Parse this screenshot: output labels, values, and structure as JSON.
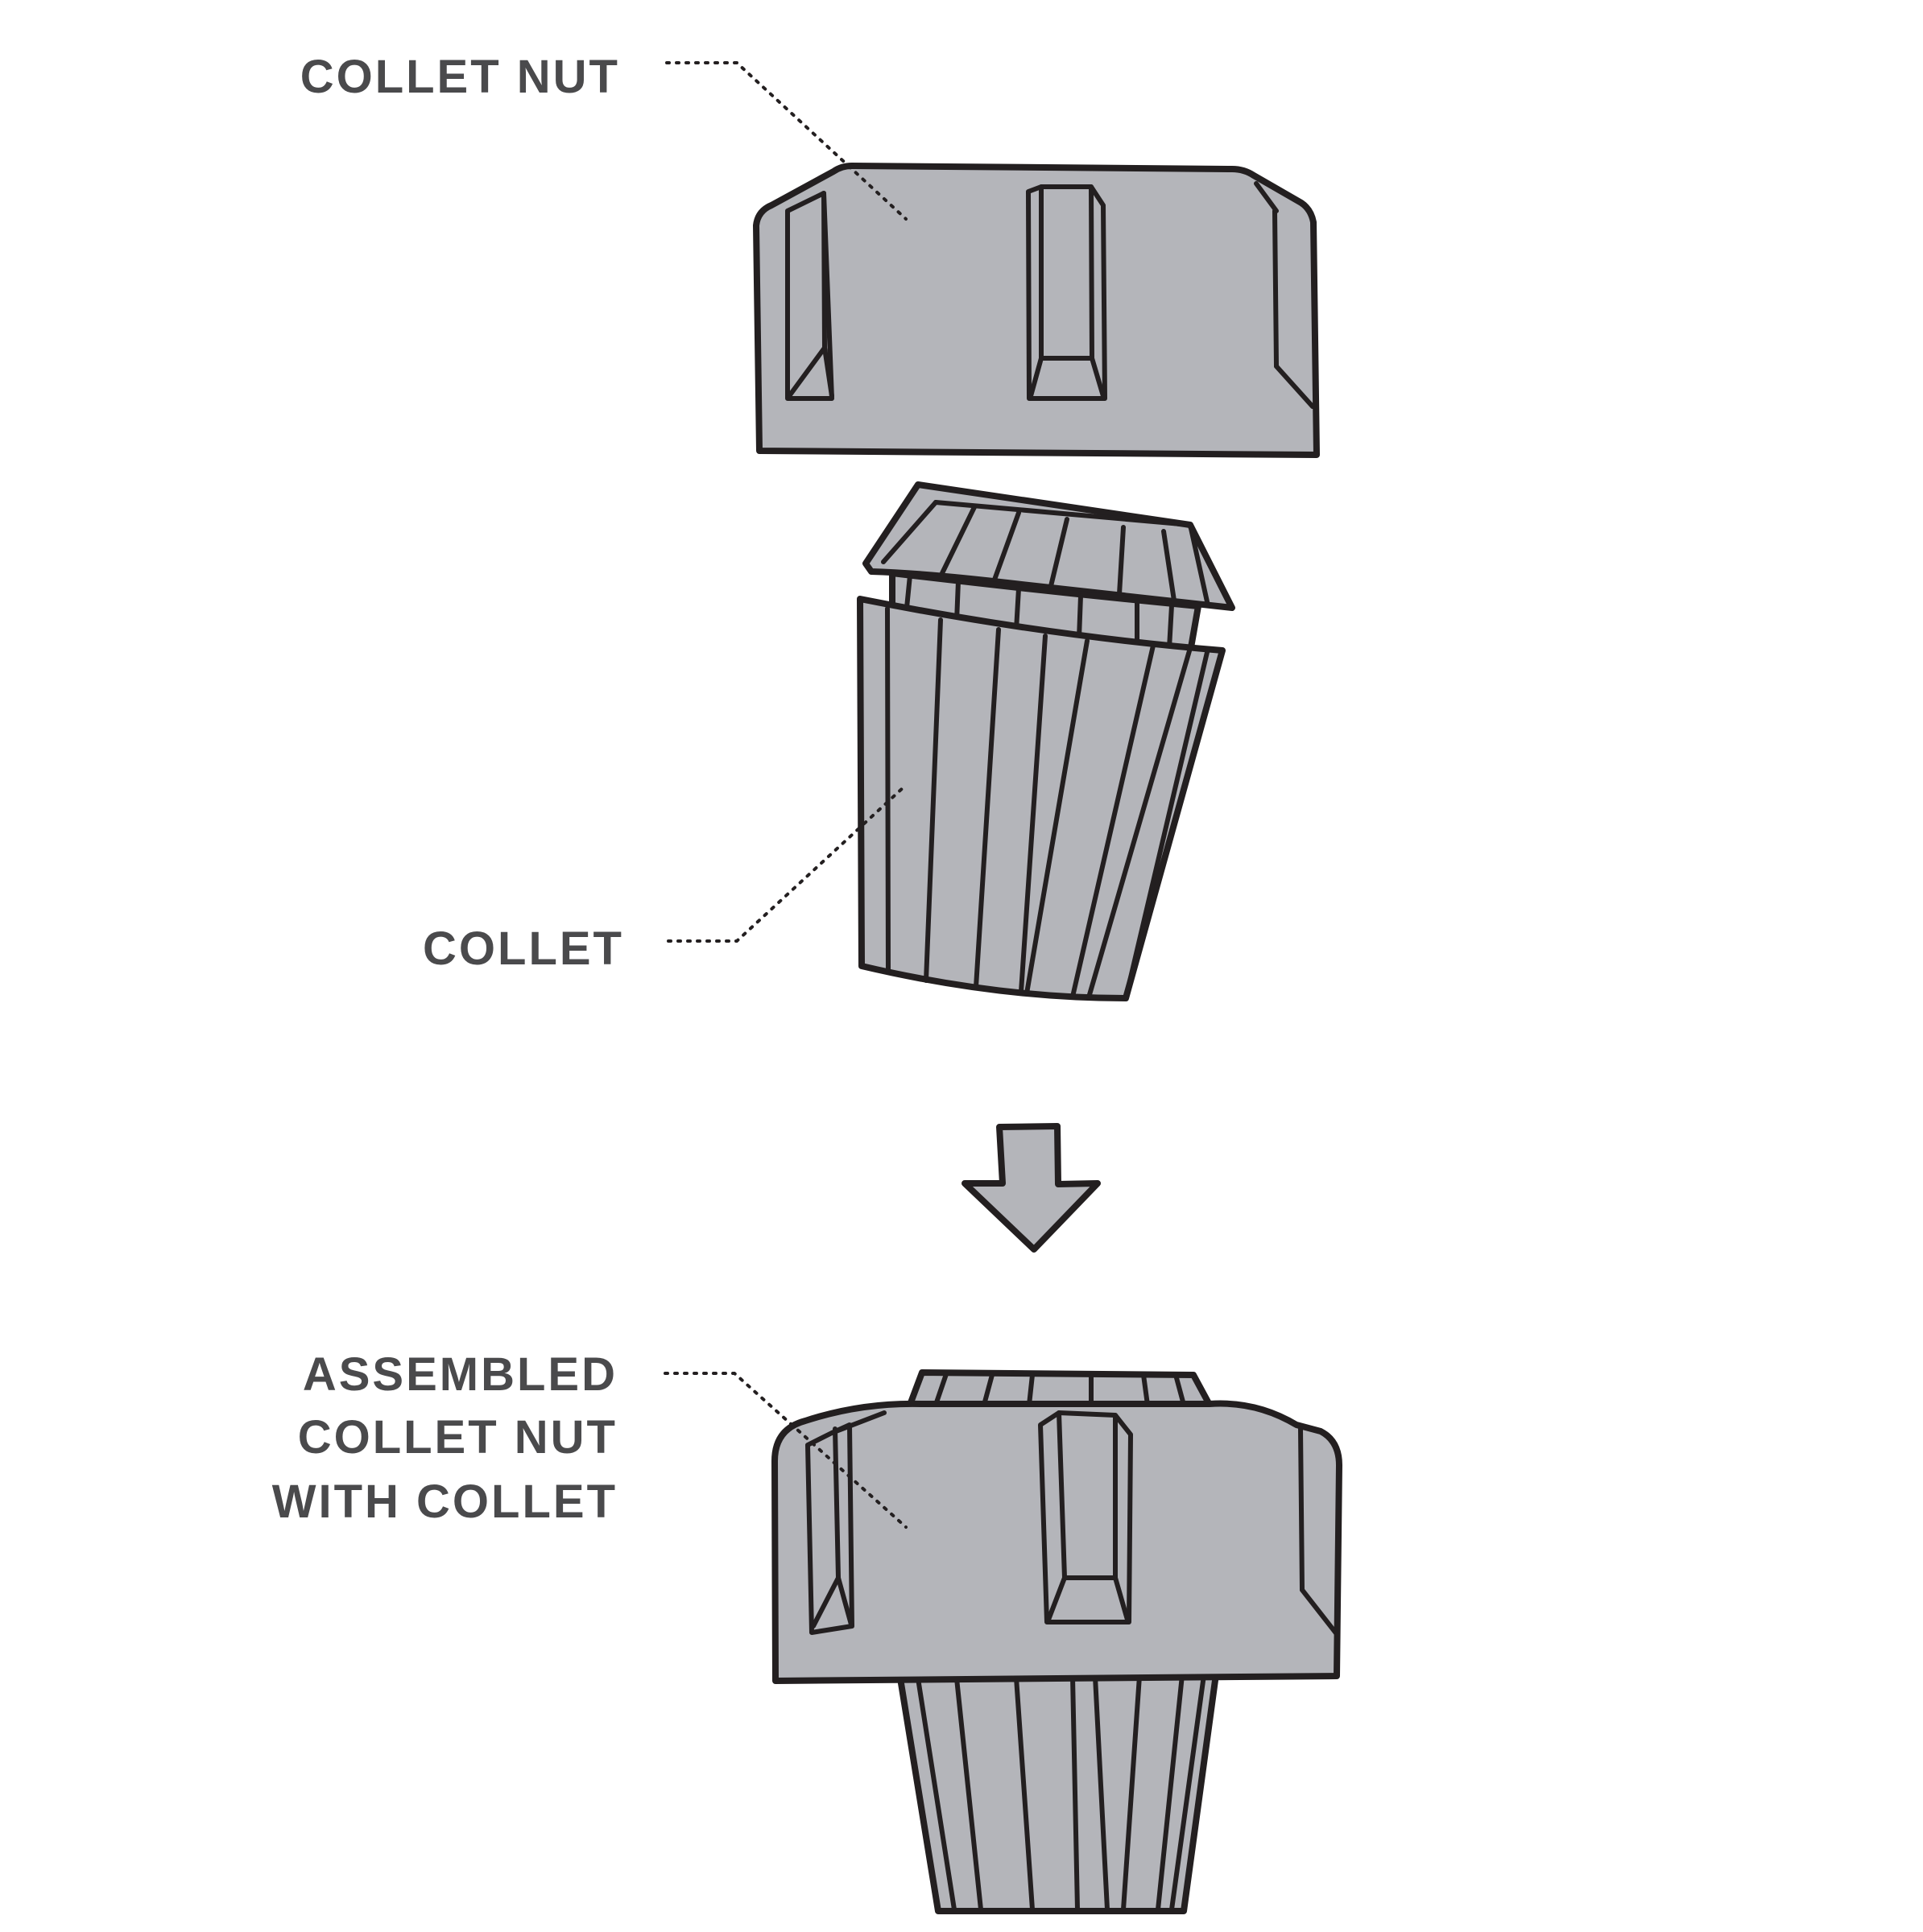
{
  "labels": {
    "collet_nut": "COLLET NUT",
    "collet": "COLLET",
    "assembled_line1": "ASSEMBLED",
    "assembled_line2": "COLLET NUT",
    "assembled_line3": "WITH COLLET"
  },
  "colors": {
    "part_fill": "#b4b5ba",
    "outline": "#231f20",
    "label_text": "#4a4a4c",
    "background": "#ffffff"
  },
  "icons": {
    "step_arrow": "arrow-down-icon"
  }
}
